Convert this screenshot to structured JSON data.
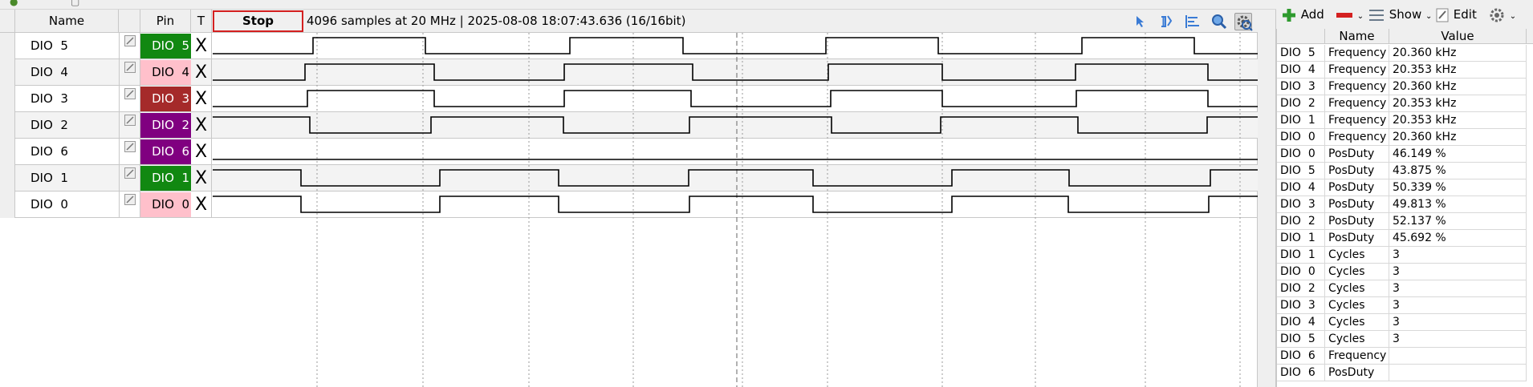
{
  "toolbar": {
    "stop_label": "Stop",
    "status_text": "4096 samples at 20 MHz | 2025-08-08 18:07:43.636 (16/16bit)",
    "tools": [
      {
        "name": "cursor-icon"
      },
      {
        "name": "cursor-text-icon"
      },
      {
        "name": "align-icon"
      },
      {
        "name": "zoom-icon"
      },
      {
        "name": "settings-icon",
        "active": true
      }
    ]
  },
  "grid": {
    "headers": {
      "name": "Name",
      "pin": "Pin",
      "trigger": "T"
    },
    "trigger_symbol": "X",
    "channels": [
      {
        "name": "DIO  5",
        "pin": "DIO  5",
        "pin_color": "#118811",
        "text_color": "#ffffff"
      },
      {
        "name": "DIO  4",
        "pin": "DIO  4",
        "pin_color": "#ffc0cb",
        "text_color": "#000000"
      },
      {
        "name": "DIO  3",
        "pin": "DIO  3",
        "pin_color": "#a52a2a",
        "text_color": "#ffffff"
      },
      {
        "name": "DIO  2",
        "pin": "DIO  2",
        "pin_color": "#800080",
        "text_color": "#ffffff"
      },
      {
        "name": "DIO  6",
        "pin": "DIO  6",
        "pin_color": "#800080",
        "text_color": "#ffffff"
      },
      {
        "name": "DIO  1",
        "pin": "DIO  1",
        "pin_color": "#118811",
        "text_color": "#ffffff"
      },
      {
        "name": "DIO  0",
        "pin": "DIO  0",
        "pin_color": "#ffc0cb",
        "text_color": "#000000"
      }
    ]
  },
  "measurements": {
    "toolbar": {
      "add": "Add",
      "show": "Show",
      "edit": "Edit"
    },
    "headers": {
      "name": "Name",
      "value": "Value"
    },
    "rows": [
      {
        "channel": "DIO  5",
        "name": "Frequency",
        "value": "20.360 kHz"
      },
      {
        "channel": "DIO  4",
        "name": "Frequency",
        "value": "20.353 kHz"
      },
      {
        "channel": "DIO  3",
        "name": "Frequency",
        "value": "20.360 kHz"
      },
      {
        "channel": "DIO  2",
        "name": "Frequency",
        "value": "20.353 kHz"
      },
      {
        "channel": "DIO  1",
        "name": "Frequency",
        "value": "20.353 kHz"
      },
      {
        "channel": "DIO  0",
        "name": "Frequency",
        "value": "20.360 kHz"
      },
      {
        "channel": "DIO  0",
        "name": "PosDuty",
        "value": "46.149 %"
      },
      {
        "channel": "DIO  5",
        "name": "PosDuty",
        "value": "43.875 %"
      },
      {
        "channel": "DIO  4",
        "name": "PosDuty",
        "value": "50.339 %"
      },
      {
        "channel": "DIO  3",
        "name": "PosDuty",
        "value": "49.813 %"
      },
      {
        "channel": "DIO  2",
        "name": "PosDuty",
        "value": "52.137 %"
      },
      {
        "channel": "DIO  1",
        "name": "PosDuty",
        "value": "45.692 %"
      },
      {
        "channel": "DIO  1",
        "name": "Cycles",
        "value": "3"
      },
      {
        "channel": "DIO  0",
        "name": "Cycles",
        "value": "3"
      },
      {
        "channel": "DIO  2",
        "name": "Cycles",
        "value": "3"
      },
      {
        "channel": "DIO  3",
        "name": "Cycles",
        "value": "3"
      },
      {
        "channel": "DIO  4",
        "name": "Cycles",
        "value": "3"
      },
      {
        "channel": "DIO  5",
        "name": "Cycles",
        "value": "3"
      },
      {
        "channel": "DIO  6",
        "name": "Frequency",
        "value": ""
      },
      {
        "channel": "DIO  6",
        "name": "PosDuty",
        "value": ""
      }
    ]
  }
}
